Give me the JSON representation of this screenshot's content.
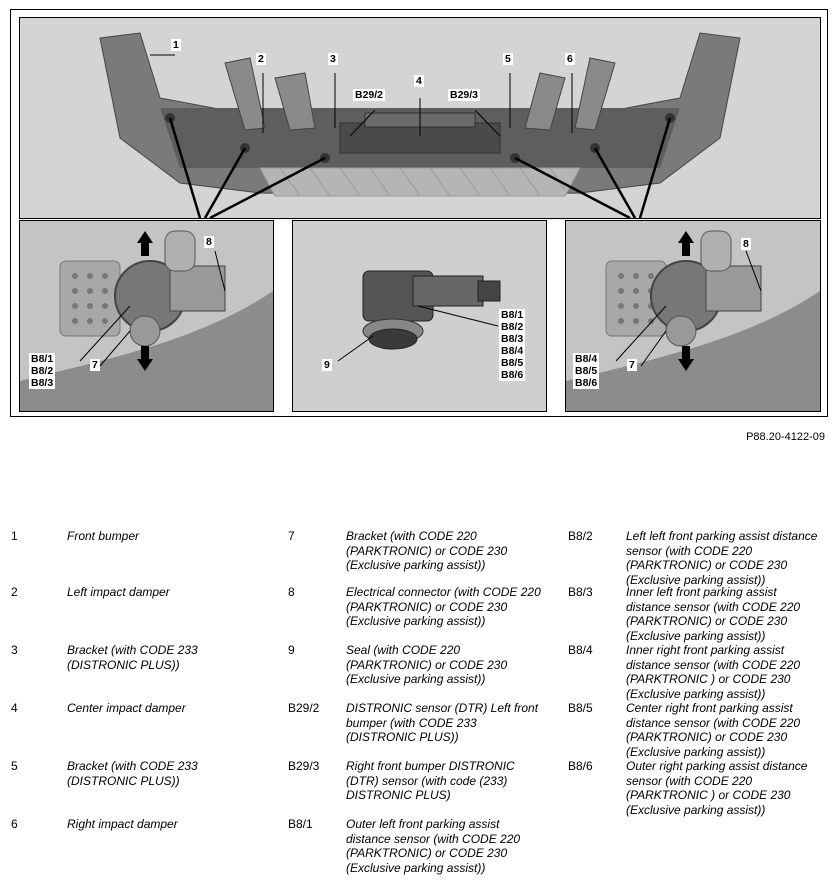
{
  "figure": {
    "figure_id": "P88.20-4122-09",
    "callouts": {
      "c1": "1",
      "c2": "2",
      "c3": "3",
      "c4": "4",
      "c5": "5",
      "c6": "6",
      "b29_2": "B29/2",
      "b29_3": "B29/3",
      "left_8": "8",
      "left_7": "7",
      "left_b81": "B8/1",
      "left_b82": "B8/2",
      "left_b83": "B8/3",
      "center_9": "9",
      "center_b81": "B8/1",
      "center_b82": "B8/2",
      "center_b83": "B8/3",
      "center_b84": "B8/4",
      "center_b85": "B8/5",
      "center_b86": "B8/6",
      "right_8": "8",
      "right_7": "7",
      "right_b84": "B8/4",
      "right_b85": "B8/5",
      "right_b86": "B8/6"
    }
  },
  "legend": {
    "col1": [
      {
        "num": "1",
        "text": "Front bumper"
      },
      {
        "num": "2",
        "text": "Left impact damper"
      },
      {
        "num": "3",
        "text": "Bracket (with CODE 233\n(DISTRONIC PLUS))"
      },
      {
        "num": "4",
        "text": "Center impact damper"
      },
      {
        "num": "5",
        "text": "Bracket (with CODE 233\n(DISTRONIC PLUS))"
      },
      {
        "num": "6",
        "text": "Right impact damper"
      }
    ],
    "col2": [
      {
        "num": "7",
        "text": "Bracket (with CODE 220\n(PARKTRONIC) or CODE 230\n(Exclusive parking assist))"
      },
      {
        "num": "8",
        "text": "Electrical connector (with CODE 220\n(PARKTRONIC) or CODE 230\n(Exclusive parking assist))"
      },
      {
        "num": "9",
        "text": "Seal (with CODE 220\n(PARKTRONIC) or CODE 230\n(Exclusive parking assist))"
      },
      {
        "num": "B29/2",
        "text": "DISTRONIC sensor (DTR) Left front\nbumper (with CODE 233\n(DISTRONIC PLUS))"
      },
      {
        "num": "B29/3",
        "text": "Right front bumper DISTRONIC\n(DTR) sensor (with code (233)\nDISTRONIC PLUS)"
      },
      {
        "num": "B8/1",
        "text": "Outer left front parking assist\ndistance sensor (with CODE 220\n(PARKTRONIC) or CODE 230\n(Exclusive parking assist))"
      }
    ],
    "col3": [
      {
        "num": "B8/2",
        "text": "Left left front parking assist distance\nsensor (with CODE 220\n(PARKTRONIC) or CODE 230\n(Exclusive parking assist))"
      },
      {
        "num": "B8/3",
        "text": "Inner left front parking assist\ndistance sensor (with CODE 220\n(PARKTRONIC) or CODE 230\n(Exclusive parking assist))"
      },
      {
        "num": "B8/4",
        "text": "Inner right front parking assist\ndistance sensor (with CODE 220\n(PARKTRONIC ) or CODE 230\n(Exclusive parking assist))"
      },
      {
        "num": "B8/5",
        "text": "Center right front parking assist\ndistance sensor (with CODE 220\n(PARKTRONIC) or CODE 230\n(Exclusive parking assist))"
      },
      {
        "num": "B8/6",
        "text": "Outer right parking assist distance\nsensor (with CODE 220\n(PARKTRONIC ) or CODE 230\n(Exclusive parking assist))"
      }
    ]
  }
}
